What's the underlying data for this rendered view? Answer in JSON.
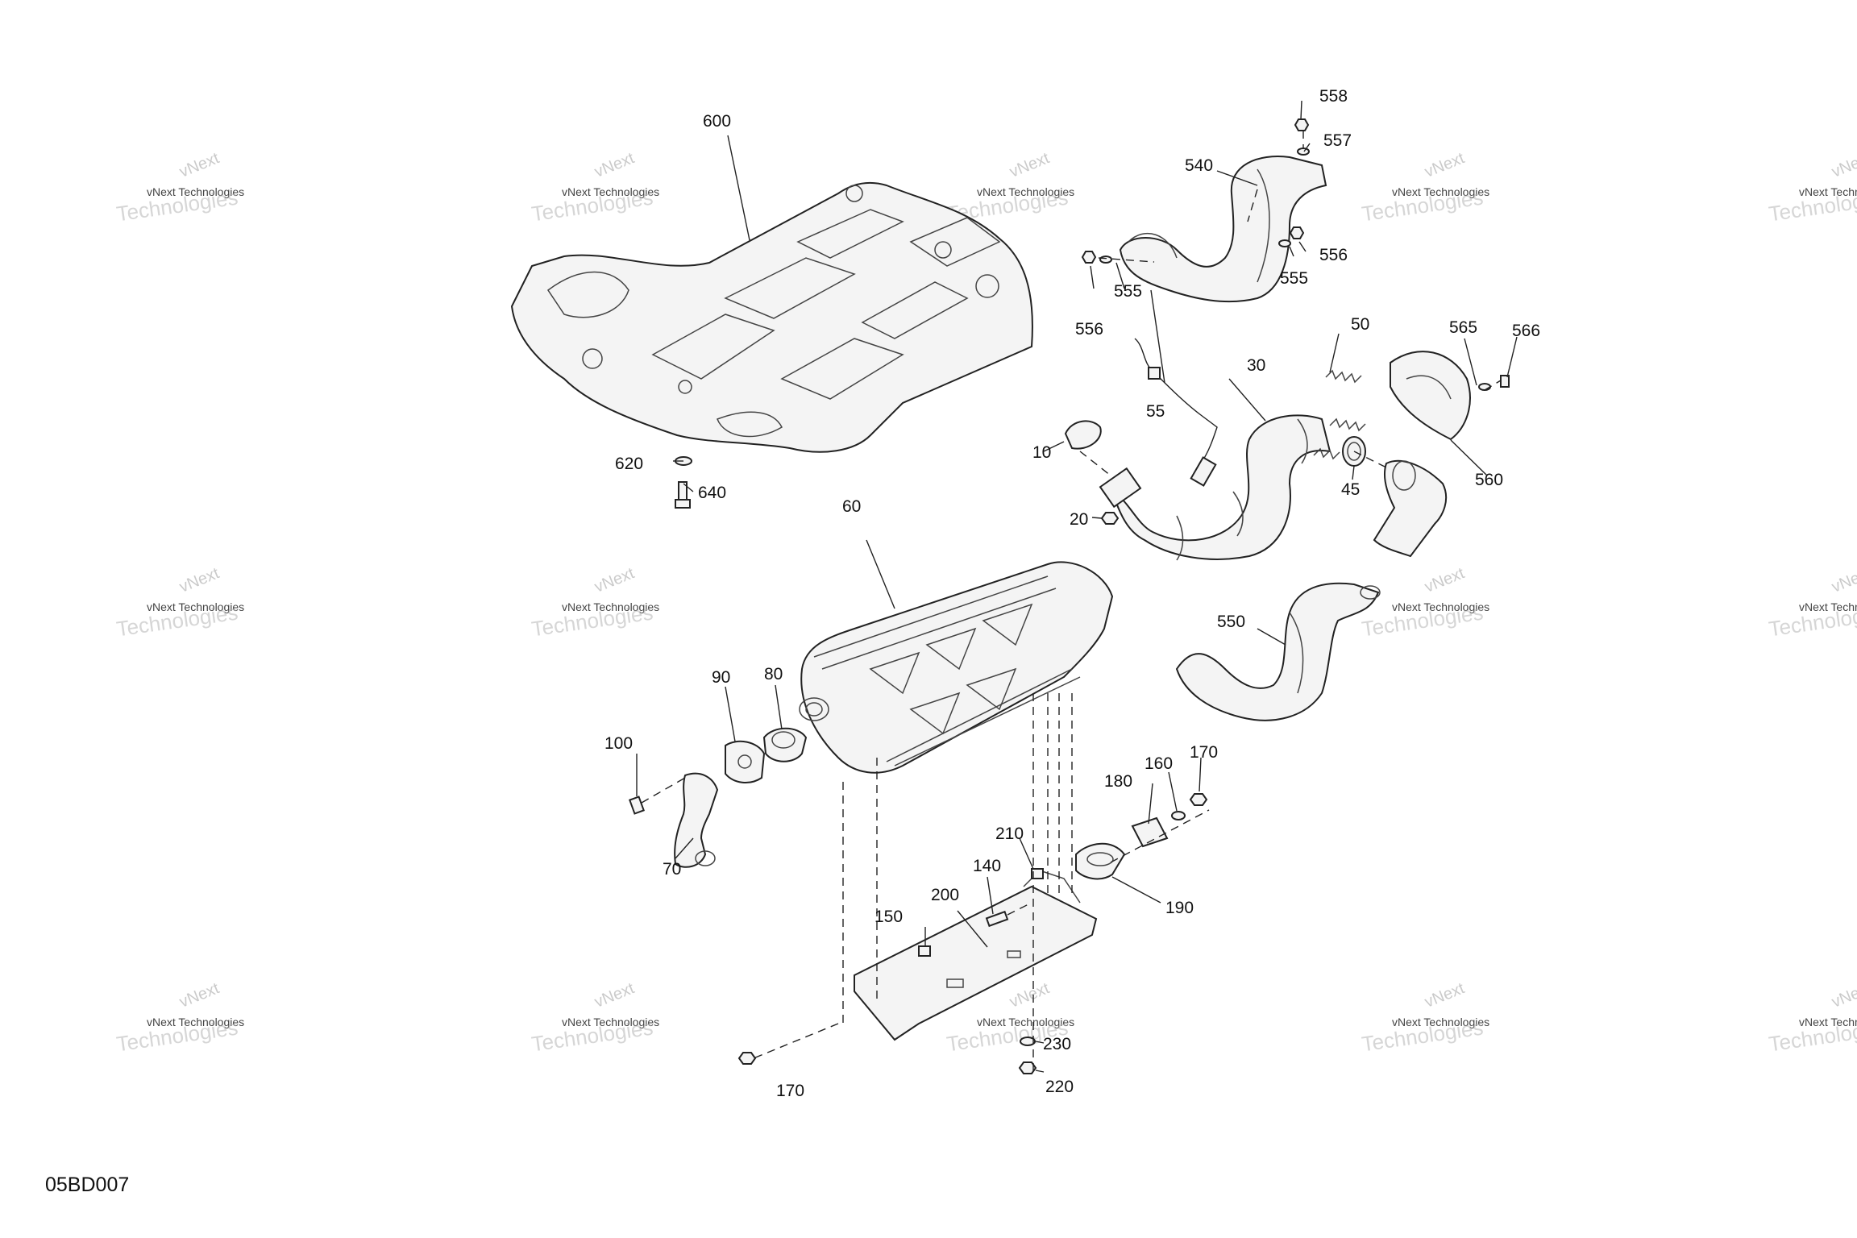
{
  "watermark": {
    "top": "vNext",
    "middle": "vNext Technologies",
    "bottom": "Technologies"
  },
  "figure_code": "05BD007",
  "callouts": {
    "c600": "600",
    "c558": "558",
    "c557": "557",
    "c540": "540",
    "c556a": "556",
    "c555a": "555",
    "c556b": "556",
    "c555b": "555",
    "c50": "50",
    "c565": "565",
    "c566": "566",
    "c30": "30",
    "c55": "55",
    "c10": "10",
    "c45": "45",
    "c560": "560",
    "c20": "20",
    "c620": "620",
    "c640": "640",
    "c60": "60",
    "c550": "550",
    "c90": "90",
    "c80": "80",
    "c100": "100",
    "c70": "70",
    "c180": "180",
    "c160": "160",
    "c170a": "170",
    "c210": "210",
    "c140": "140",
    "c190": "190",
    "c150": "150",
    "c200": "200",
    "c230": "230",
    "c170b": "170",
    "c220": "220"
  }
}
